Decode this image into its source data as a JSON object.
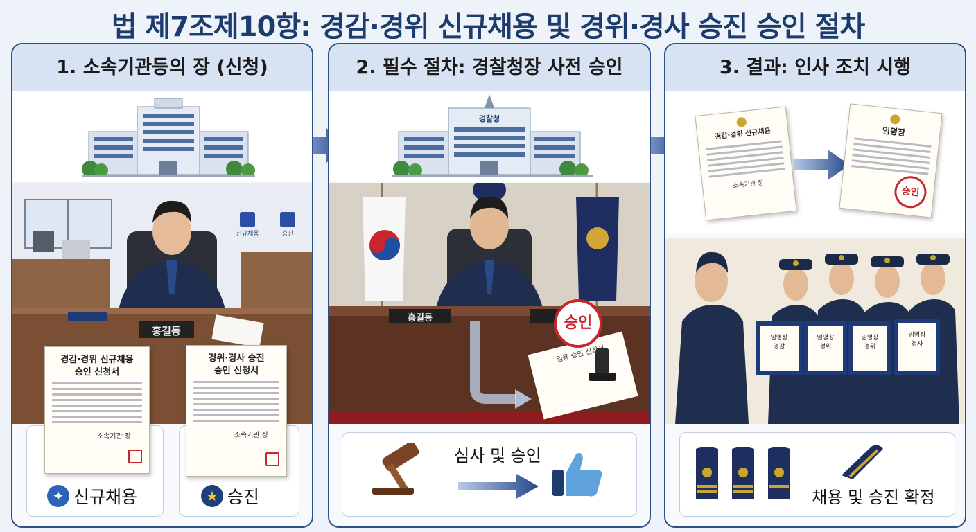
{
  "title": "법 제7조제10항: 경감·경위 신규채용 및 경위·경사 승진 승인 절차",
  "panels": [
    {
      "heading": "1. 소속기관등의 장 (신청)",
      "nameplate": "홍길동",
      "docs": [
        {
          "title": "경감·경위 신규채용\n승인 신청서",
          "footer": "소속기관 장"
        },
        {
          "title": "경위·경사 승진\n승인 신청서",
          "footer": "소속기관 장"
        }
      ],
      "badges": [
        "신규채용",
        "승진"
      ],
      "wall_tags": [
        "신규채용",
        "승진"
      ],
      "labels": [
        "신규채용",
        "승진"
      ]
    },
    {
      "heading": "2. 필수 절차: 경찰청장 사전 승인",
      "building_sign": "경찰청",
      "nameplate": "홍길동",
      "stamp": "승인",
      "doc_title": "임용 승인 신청서",
      "caption": "심사 및 승인"
    },
    {
      "heading": "3. 결과: 인사 조치 시행",
      "doc_left": "경감·경위 신규채용",
      "doc_right": "임명장",
      "stamp": "승인",
      "doc_left_footer": "소속기관 장",
      "certificates": [
        "임명장\n경감",
        "임명장\n경위",
        "임명장\n경위",
        "임명장\n경사"
      ],
      "caption": "채용 및 승진 확정"
    }
  ],
  "colors": {
    "navy": "#1d3c6e",
    "panel_border": "#2c4f86",
    "head_bg": "#d7e2f2",
    "stamp_red": "#c8262c",
    "arrow_blue": "#3d62a5",
    "gold": "#c9a532"
  }
}
